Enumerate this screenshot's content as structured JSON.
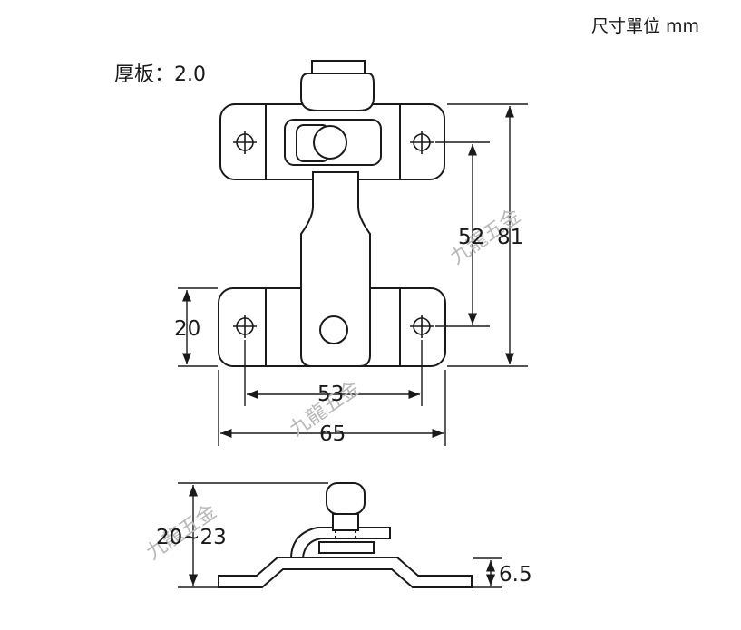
{
  "header": {
    "unit_note": "尺寸單位 mm",
    "thickness": "厚板：2.0"
  },
  "dimensions": {
    "width_overall": "65",
    "hole_spacing_x": "53",
    "height_overall": "81",
    "hole_spacing_y": "52",
    "plate_height": "20",
    "side_height": "20~23",
    "base_height": "6.5"
  },
  "watermark": {
    "text": "九龍五金"
  },
  "colors": {
    "line": "#1a1a1a",
    "watermark": "#b8b8b8"
  }
}
